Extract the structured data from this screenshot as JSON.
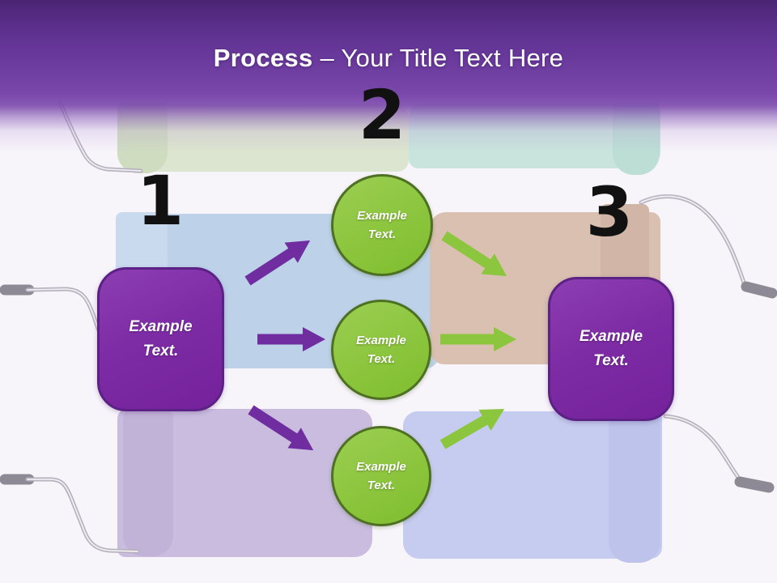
{
  "header": {
    "title_bold": "Process",
    "title_rest": "– Your Title Text Here"
  },
  "steps": {
    "one": {
      "number": "1"
    },
    "two": {
      "number": "2"
    },
    "three": {
      "number": "3"
    }
  },
  "shapes": {
    "left_box": {
      "line1": "Example",
      "line2": "Text."
    },
    "right_box": {
      "line1": "Example",
      "line2": "Text."
    },
    "circle_top": {
      "line1": "Example",
      "line2": "Text."
    },
    "circle_middle": {
      "line1": "Example",
      "line2": "Text."
    },
    "circle_bottom": {
      "line1": "Example",
      "line2": "Text."
    }
  },
  "colors": {
    "background": "#F7F4FA",
    "header_purple_dark": "#4B2473",
    "header_purple": "#7A47AB",
    "shape_purple": "#7E2CA5",
    "shape_purple_border": "#5C2185",
    "arrow_purple": "#6F2DA0",
    "circle_green": "#8DC63F",
    "circle_green_border": "#4E7022",
    "arrow_green": "#8CC63F",
    "number_black": "#111111",
    "stroke_sage": "#DCE5CF",
    "stroke_teal": "#C9E4DD",
    "stroke_blue": "#BDD2E9",
    "stroke_tan": "#DAC0B0",
    "stroke_lavender": "#C9BCDF",
    "stroke_periwinkle": "#C6CBF0",
    "roller_wire": "#B7B1BD",
    "roller_grip": "#8E8A95"
  }
}
